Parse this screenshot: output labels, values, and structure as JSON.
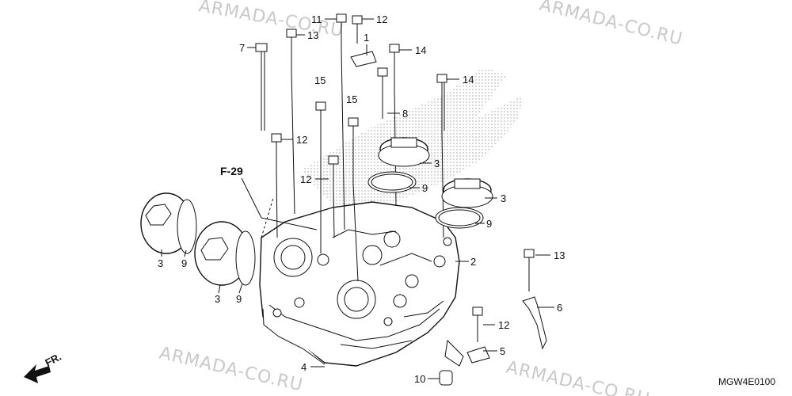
{
  "watermark": "ARMADA-CO.RU",
  "figure_code": "MGW4E0100",
  "reference": "F-29",
  "direction": "FR.",
  "callouts": {
    "c11": "11",
    "c12_top": "12",
    "c1": "1",
    "c13_top": "13",
    "c7": "7",
    "c14_top": "14",
    "c14_right": "14",
    "c15_a": "15",
    "c15_b": "15",
    "c8": "8",
    "c12_left": "12",
    "c3_top": "3",
    "c12_mid": "12",
    "c9_top": "9",
    "c3_mid": "3",
    "c9_mid": "9",
    "c2": "2",
    "c3_l1": "3",
    "c9_l1": "9",
    "c3_l2": "3",
    "c9_l2": "9",
    "c13_right": "13",
    "c6": "6",
    "c12_right": "12",
    "c5": "5",
    "c4": "4",
    "c10": "10"
  },
  "colors": {
    "line": "#111111",
    "watermark": "#c9c9c9",
    "shade": "#bdbdbd"
  }
}
